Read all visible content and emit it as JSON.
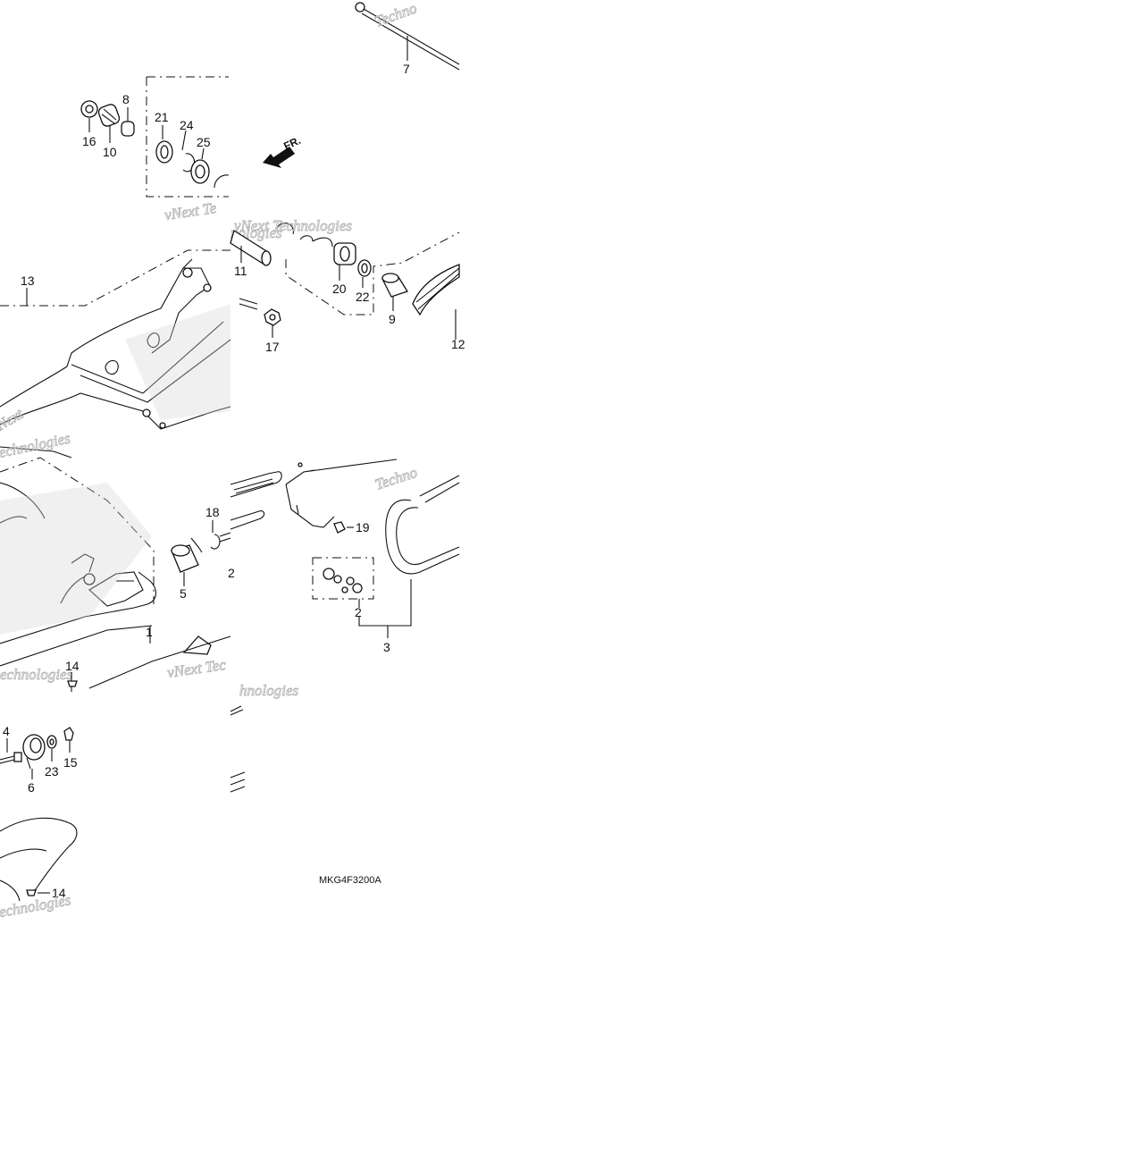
{
  "diagram": {
    "drawing_code": "MKG4F3200A",
    "front_marker": "FR.",
    "watermark_texts": [
      "vNext Technologies",
      "Techno",
      "Techno",
      "echnologies",
      "Next",
      "vNext Tec",
      "hnologies",
      "vNext Te",
      "nologies",
      "echnologies"
    ],
    "callouts": [
      {
        "id": "c7",
        "label": "7"
      },
      {
        "id": "c8",
        "label": "8"
      },
      {
        "id": "c16",
        "label": "16"
      },
      {
        "id": "c10",
        "label": "10"
      },
      {
        "id": "c21",
        "label": "21"
      },
      {
        "id": "c24",
        "label": "24"
      },
      {
        "id": "c25",
        "label": "25"
      },
      {
        "id": "c11",
        "label": "11"
      },
      {
        "id": "c13",
        "label": "13"
      },
      {
        "id": "c20",
        "label": "20"
      },
      {
        "id": "c22",
        "label": "22"
      },
      {
        "id": "c9",
        "label": "9"
      },
      {
        "id": "c12",
        "label": "12"
      },
      {
        "id": "c17",
        "label": "17"
      },
      {
        "id": "c18",
        "label": "18"
      },
      {
        "id": "c5",
        "label": "5"
      },
      {
        "id": "c2a",
        "label": "2"
      },
      {
        "id": "c19",
        "label": "19"
      },
      {
        "id": "c2b",
        "label": "2"
      },
      {
        "id": "c3",
        "label": "3"
      },
      {
        "id": "c1",
        "label": "1"
      },
      {
        "id": "c14a",
        "label": "14"
      },
      {
        "id": "c4",
        "label": "4"
      },
      {
        "id": "c23",
        "label": "23"
      },
      {
        "id": "c15",
        "label": "15"
      },
      {
        "id": "c6",
        "label": "6"
      },
      {
        "id": "c14b",
        "label": "14"
      }
    ]
  }
}
